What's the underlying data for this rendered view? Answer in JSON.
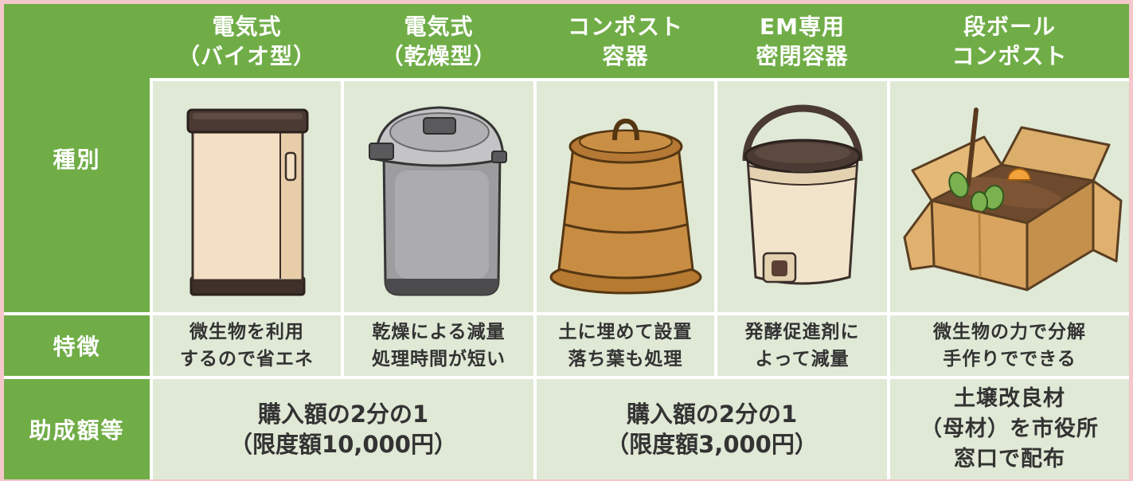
{
  "colors": {
    "page_border": "#f4c7cb",
    "header_green": "#70ad47",
    "cell_green": "#dfe9d6",
    "grid_line": "#ffffff",
    "header_text": "#ffffff",
    "body_text": "#333333"
  },
  "header": {
    "columns": [
      {
        "line1": "電気式",
        "line2": "（バイオ型）"
      },
      {
        "line1": "電気式",
        "line2": "（乾燥型）"
      },
      {
        "line1": "コンポスト",
        "line2": "容器"
      },
      {
        "line1": "EM専用",
        "line2": "密閉容器"
      },
      {
        "line1": "段ボール",
        "line2": "コンポスト"
      }
    ]
  },
  "rows": {
    "type": {
      "label": "種別",
      "illustrations": [
        "electric-bio-processor-illustration",
        "electric-dryer-processor-illustration",
        "compost-container-illustration",
        "em-sealed-bucket-illustration",
        "cardboard-compost-box-illustration"
      ]
    },
    "feature": {
      "label": "特徴",
      "cells": [
        {
          "line1": "微生物を利用",
          "line2": "するので省エネ"
        },
        {
          "line1": "乾燥による減量",
          "line2": "処理時間が短い"
        },
        {
          "line1": "土に埋めて設置",
          "line2": "落ち葉も処理"
        },
        {
          "line1": "発酵促進剤に",
          "line2": "よって減量"
        },
        {
          "line1": "微生物の力で分解",
          "line2": "手作りでできる"
        }
      ]
    },
    "subsidy": {
      "label": "助成額等",
      "cells": [
        {
          "lines": [
            "購入額の2分の1",
            "（限度額10,000円）"
          ]
        },
        {
          "lines": [
            "購入額の2分の1",
            "（限度額3,000円）"
          ]
        },
        {
          "lines": [
            "土壌改良材",
            "（母材）を市役所",
            "窓口で配布"
          ]
        }
      ]
    }
  }
}
